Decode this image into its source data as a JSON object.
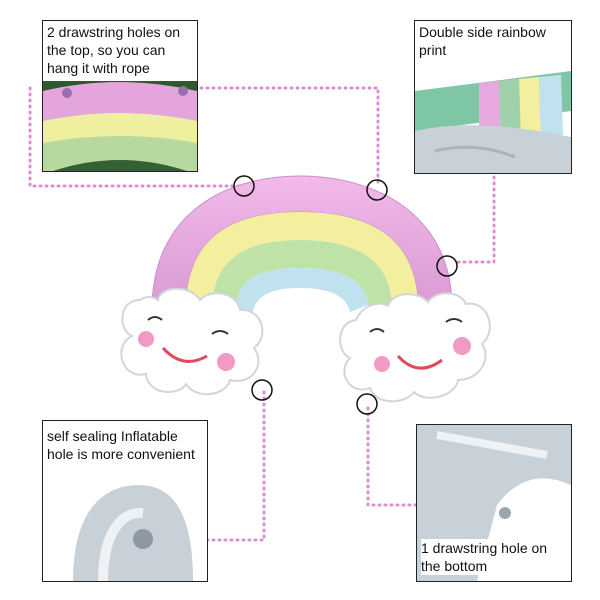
{
  "callouts": {
    "top_left": "2 drawstring holes on the top, so you can hang it with rope",
    "top_right": "Double side rainbow print",
    "bottom_left": "self sealing Inflatable hole is more convenient",
    "bottom_right": "1 drawstring hole on the bottom"
  },
  "colors": {
    "pink": "#e7a9df",
    "yellow": "#f3ef9e",
    "green": "#bfe3a6",
    "blue": "#bfe2ee",
    "cheek": "#f19ac4",
    "mouth": "#e04a5a",
    "dots": "#d98fd0",
    "silver": "#c9d1d8"
  }
}
